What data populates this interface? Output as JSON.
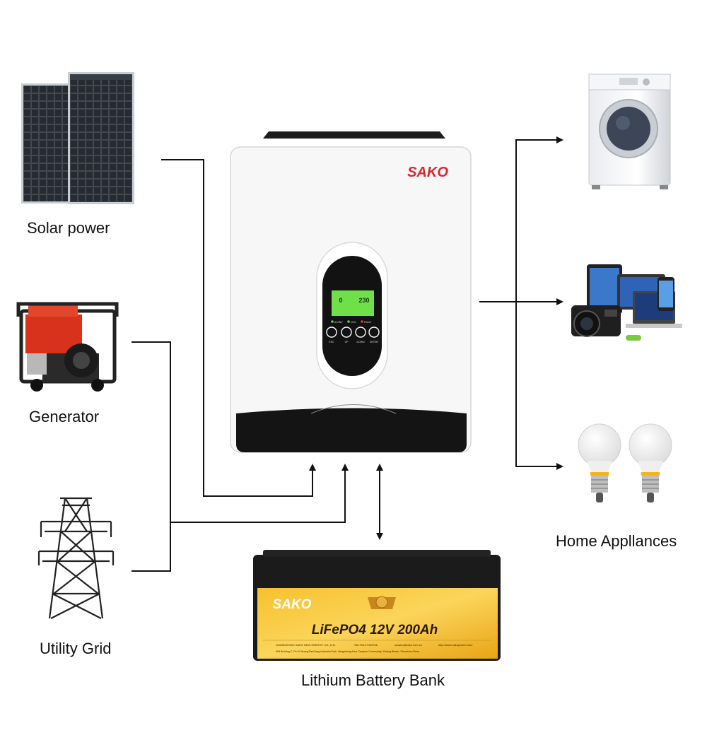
{
  "labels": {
    "solar": "Solar power",
    "generator": "Generator",
    "grid": "Utility Grid",
    "battery": "Lithium Battery Bank",
    "appliances": "Home Appllances"
  },
  "inverter": {
    "brand": "SAKO",
    "lcd_left": "0",
    "lcd_right": "230",
    "indicators": [
      "AC/INV",
      "CHG",
      "FAULT"
    ],
    "buttons": [
      "ESC",
      "UP",
      "DOWN",
      "ENTER"
    ]
  },
  "battery": {
    "brand": "SAKO",
    "model": "LiFePO4  12V 200Ah",
    "company": "GUANGDONG SAKO NEW ENERGY CO.,LTD.",
    "phone": "+86-755-27433766",
    "email": "szsako@sako.com.cn",
    "website": "http://www.sakopower.com/",
    "address": "608 Building C, Pei Xi HuangTianGang Industrial Park, Hangcheng Area, Taoyuan Community, Xixiang Baoan, Shenzhen,China"
  },
  "colors": {
    "line": "#111111",
    "battery_yellow": "#f5b820",
    "brand_red": "#d9262c",
    "lcd_green": "#6fe04a",
    "generator_red": "#d8321d"
  }
}
